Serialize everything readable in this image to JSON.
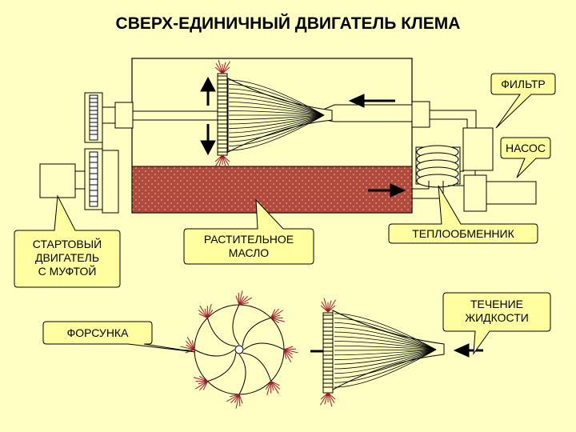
{
  "title": "СВЕРХ-ЕДИНИЧНЫЙ ДВИГАТЕЛЬ КЛЕМА",
  "labels": {
    "filter": "ФИЛЬТР",
    "pump": "НАСОС",
    "starter": "СТАРТОВЫЙ\nДВИГАТЕЛЬ\nС МУФТОЙ",
    "oil": "РАСТИТЕЛЬНОЕ\nМАСЛО",
    "heat_exchanger": "ТЕПЛООБМЕННИК",
    "nozzle": "ФОРСУНКА",
    "flow": "ТЕЧЕНИЕ\nЖИДКОСТИ"
  },
  "colors": {
    "background": "#ffffc4",
    "callout_fill": "#ffffa0",
    "oil_fill": "#b04a3c",
    "oil_dots": "#e8a898",
    "spray": "#a0182a",
    "line": "#000000"
  },
  "icons": [
    "rotation-arrow-up-icon",
    "rotation-arrow-down-icon",
    "flow-arrow-icon",
    "oil-flow-arrow-icon",
    "inlet-arrow-icon"
  ]
}
